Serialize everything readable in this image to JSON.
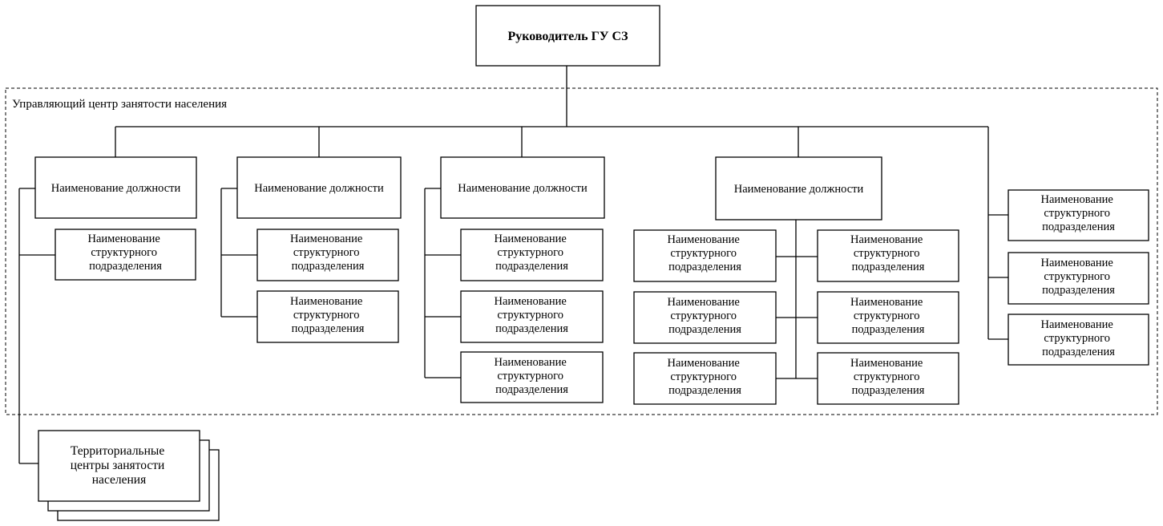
{
  "root": {
    "label": "Руководитель ГУ СЗ"
  },
  "region": {
    "label": "Управляющий центр занятости населения"
  },
  "positions": [
    {
      "label": "Наименование должности",
      "units": [
        [
          "Наименование",
          "структурного",
          "подразделения"
        ]
      ]
    },
    {
      "label": "Наименование должности",
      "units": [
        [
          "Наименование",
          "структурного",
          "подразделения"
        ],
        [
          "Наименование",
          "структурного",
          "подразделения"
        ]
      ]
    },
    {
      "label": "Наименование должности",
      "units": [
        [
          "Наименование",
          "структурного",
          "подразделения"
        ],
        [
          "Наименование",
          "структурного",
          "подразделения"
        ],
        [
          "Наименование",
          "структурного",
          "подразделения"
        ]
      ]
    },
    {
      "label": "Наименование должности",
      "left_units": [
        [
          "Наименование",
          "структурного",
          "подразделения"
        ],
        [
          "Наименование",
          "структурного",
          "подразделения"
        ],
        [
          "Наименование",
          "структурного",
          "подразделения"
        ]
      ],
      "right_units": [
        [
          "Наименование",
          "структурного",
          "подразделения"
        ],
        [
          "Наименование",
          "структурного",
          "подразделения"
        ],
        [
          "Наименование",
          "структурного",
          "подразделения"
        ]
      ]
    }
  ],
  "direct_units": [
    [
      "Наименование",
      "структурного",
      "подразделения"
    ],
    [
      "Наименование",
      "структурного",
      "подразделения"
    ],
    [
      "Наименование",
      "структурного",
      "подразделения"
    ]
  ],
  "territorial": {
    "lines": [
      "Территориальные",
      "центры занятости",
      "населения"
    ]
  }
}
